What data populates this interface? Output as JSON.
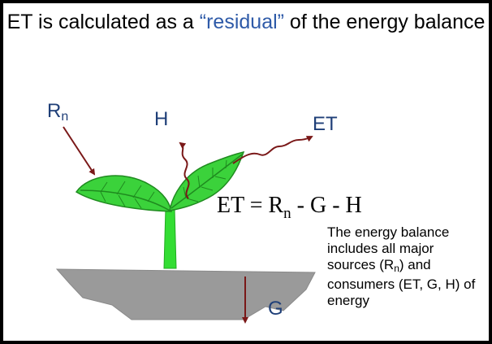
{
  "title": {
    "part1": "ET is calculated as a ",
    "highlight": "“residual”",
    "part2": " of the energy balance"
  },
  "labels": {
    "rn_main": "R",
    "rn_sub": "n",
    "h": "H",
    "et": "ET",
    "g": "G"
  },
  "equation": {
    "lhs": "ET = R",
    "sub": "n",
    "rhs": " - G  -  H"
  },
  "description": {
    "line1": "The energy balance includes all major sources (R",
    "sub": "n",
    "line2": ") and consumers (ET, G, H) of energy"
  },
  "colors": {
    "arrow": "#7a1818",
    "leaf": "#3bd23b",
    "stem": "#33dd33",
    "soil": "#9a9a9a",
    "label": "#1f3f78",
    "highlight": "#2e5aa8"
  }
}
